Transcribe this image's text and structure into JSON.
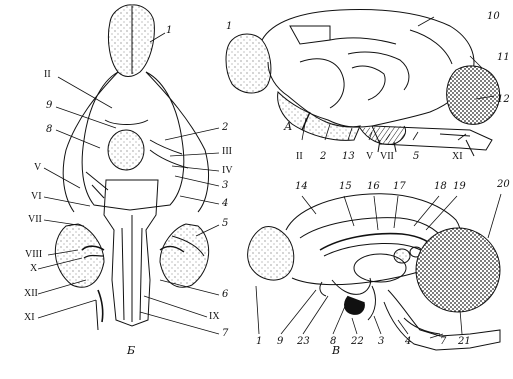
{
  "panels": {
    "A": "А",
    "B": "Б",
    "V": "В"
  },
  "labels": {
    "a1": "1",
    "a10": "10",
    "a11": "11",
    "a12": "12",
    "a2": "2",
    "a13": "13",
    "a5": "5",
    "aII": "II",
    "aV": "V",
    "aVII": "VII",
    "aXI": "XI",
    "b1": "1",
    "b2": "2",
    "b3": "3",
    "b4": "4",
    "b5": "5",
    "b6": "6",
    "b7": "7",
    "b8": "8",
    "b9": "9",
    "bII": "II",
    "bIII": "III",
    "bIV": "IV",
    "bV": "V",
    "bVI": "VI",
    "bVII": "VII",
    "bVIII": "VIII",
    "bX": "X",
    "bXII": "XII",
    "bXI": "XI",
    "bIX": "IX",
    "c14": "14",
    "c15": "15",
    "c16": "16",
    "c17": "17",
    "c18": "18",
    "c19": "19",
    "c20": "20",
    "c1": "1",
    "c9": "9",
    "c23": "23",
    "c8": "8",
    "c22": "22",
    "c3": "3",
    "c4": "4",
    "c7": "7",
    "c21": "21"
  },
  "colors": {
    "ink": "#111111",
    "shade": "#555555",
    "paper": "#ffffff"
  }
}
